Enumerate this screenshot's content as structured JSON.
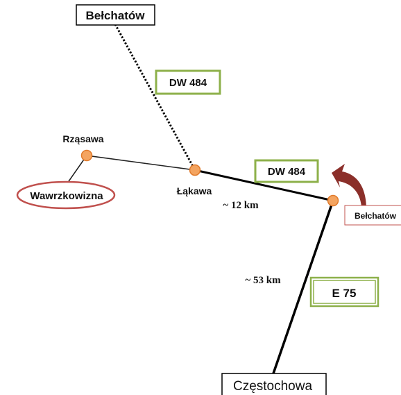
{
  "places": {
    "belchatow_top": "Bełchatów",
    "rzasawa": "Rząsawa",
    "lakawa": "Łąkawa",
    "wawrzkowizna": "Wawrzkowizna",
    "czestochowa": "Częstochowa",
    "belchatow_arrow": "Bełchatów"
  },
  "roads": {
    "dw484_upper": "DW 484",
    "dw484_lower": "DW 484",
    "e75": "E 75"
  },
  "distances": {
    "lakawa_junction": "~ 12 km",
    "junction_czestochowa": "~ 53 km"
  },
  "colors": {
    "road_box_border": "#8db04a",
    "node_fill": "#f4a460",
    "node_stroke": "#e07a2b",
    "ellipse_stroke": "#c0504d",
    "arrow_fill": "#8b2f2a",
    "arrow_box_border": "#c0504d"
  }
}
